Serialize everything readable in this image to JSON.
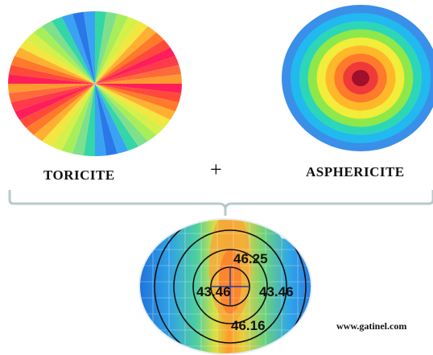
{
  "labels": {
    "toricite": "TORICITE",
    "plus": "+",
    "asphericite": "ASPHERICITE",
    "credit": "www.gatinel.com"
  },
  "toric_map": {
    "sectors": 48,
    "palette": [
      "#ff1e5a",
      "#ff4a3a",
      "#ff7a2a",
      "#ffb032",
      "#f2e640",
      "#d6f04a",
      "#a8ee5a",
      "#7ee08a",
      "#34d6a8",
      "#3aa2f2",
      "#2a78e8",
      "#3aa2f2",
      "#34d6a8",
      "#7ee08a",
      "#a8ee5a",
      "#d6f04a",
      "#f2e640",
      "#ffb032",
      "#ff7a2a",
      "#ff4a3a",
      "#ff1e5a",
      "#ff3a4a",
      "#ff6a3a",
      "#ff9a30"
    ]
  },
  "aspheric_map": {
    "rings": [
      "#3a8fe8",
      "#22b8f0",
      "#2ed6b8",
      "#8ee84a",
      "#f2ec3a",
      "#ffb82a",
      "#ff7a2a",
      "#f03a3a",
      "#a0102a"
    ]
  },
  "topography": {
    "values": [
      "46.25",
      "43.46",
      "43.46",
      "46.16"
    ]
  }
}
